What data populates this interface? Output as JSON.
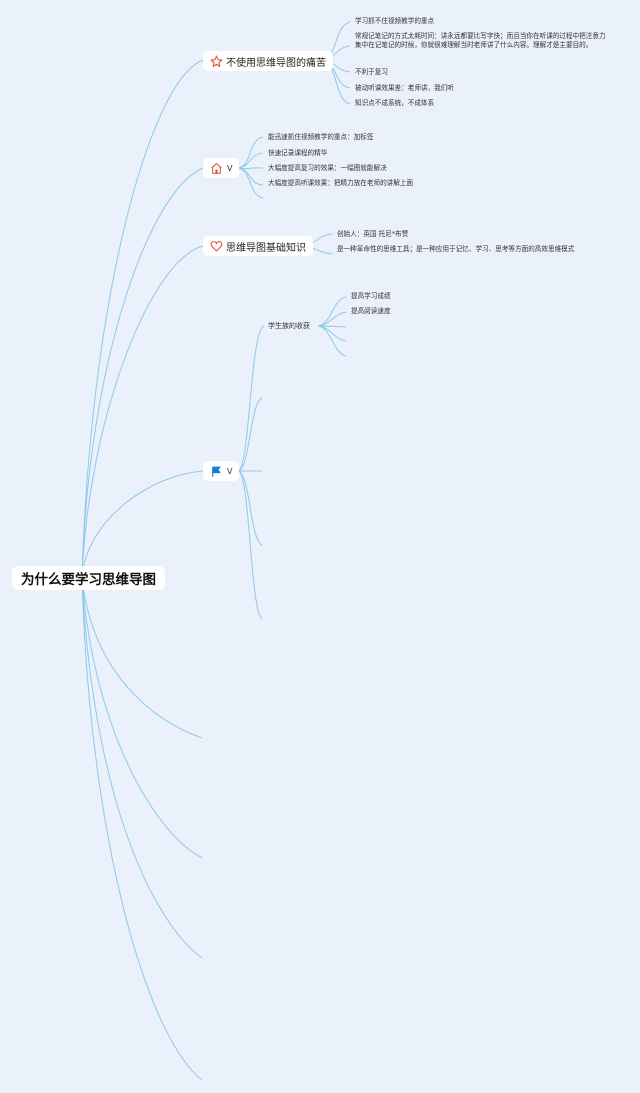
{
  "title": "为什么要学习思维导图",
  "branches": [
    {
      "label": "不使用思维导图的痛苦",
      "icon": "star-icon",
      "items": [
        "学习抓不住视频教学的重点",
        "常规记笔记的方式太耗时间：讲永远都要比写字快；而且当你在听课的过程中把注意力 集中在记笔记的时候，你就很难理解当时老师讲了什么内容。理解才是主要目的。",
        "不利于复习",
        "被动听课效果差：老师讲，我们听",
        "知识点不成系统，不成体系"
      ]
    },
    {
      "label": "V",
      "icon": "home-icon",
      "items": [
        "能迅速抓住视频教学的重点：加标签",
        "快速记录课程的精华",
        "大幅度提高复习的效果：一幅图就能解决",
        "大幅度提高听课效果：把精力放在老师的讲解上面"
      ]
    },
    {
      "label": "思维导图基础知识",
      "icon": "heart-icon",
      "items": [
        "创始人：英国 托尼*布赞",
        "是一种革命性的思维工具；是一种应用于记忆、学习、思考等方面的高效思维模式"
      ]
    },
    {
      "label": "V",
      "icon": "flag-icon",
      "sub": {
        "label": "学生族的收获",
        "items": [
          "提高学习成绩",
          "提高阅读速度"
        ]
      }
    }
  ],
  "colors": {
    "background": "#eaf1fa",
    "line": "#8ec9ea",
    "node": "#ffffff",
    "star": "#e0533e",
    "home": "#e0533e",
    "heart": "#e0533e",
    "flag": "#1a7fd1"
  }
}
